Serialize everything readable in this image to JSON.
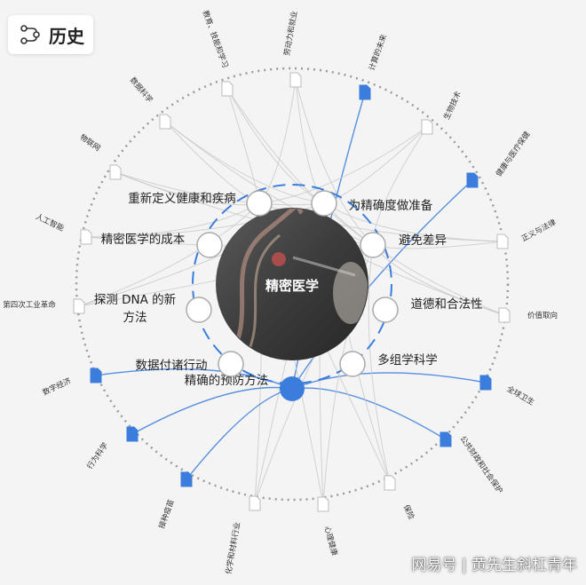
{
  "history_button": {
    "label": "历史",
    "icon": "history-icon"
  },
  "center": {
    "label": "精密医学"
  },
  "inner_nodes": [
    "重新定义健康和疾病",
    "为精确度做准备",
    "避免差异",
    "道德和合法性",
    "多组学科学",
    "精确的预防方法",
    "数据付诸行动",
    "探测 DNA 的新方法",
    "精密医学的成本"
  ],
  "outer_nodes": [
    {
      "label": "劳动力和就业",
      "highlight": false
    },
    {
      "label": "计算的未来",
      "highlight": true
    },
    {
      "label": "生物技术",
      "highlight": false
    },
    {
      "label": "健康与医疗保健",
      "highlight": true
    },
    {
      "label": "正义与法律",
      "highlight": false
    },
    {
      "label": "价值取向",
      "highlight": false
    },
    {
      "label": "全球卫生",
      "highlight": true
    },
    {
      "label": "公共财政和社会保护",
      "highlight": true
    },
    {
      "label": "保险",
      "highlight": false
    },
    {
      "label": "心理健康",
      "highlight": false
    },
    {
      "label": "化学和材料行业",
      "highlight": false
    },
    {
      "label": "接种疫苗",
      "highlight": true
    },
    {
      "label": "行为科学",
      "highlight": true
    },
    {
      "label": "数字经济",
      "highlight": true
    },
    {
      "label": "第四次工业革命",
      "highlight": false
    },
    {
      "label": "人工智能",
      "highlight": false
    },
    {
      "label": "物联网",
      "highlight": false
    },
    {
      "label": "数据科学",
      "highlight": false
    },
    {
      "label": "教育、技能和学习",
      "highlight": false
    }
  ],
  "colors": {
    "accent": "#3b7ddd",
    "gray_line": "#c8c8c8",
    "dotted": "#9a9a9a"
  },
  "watermark": "网易号 | 黄先生斜杠青年"
}
